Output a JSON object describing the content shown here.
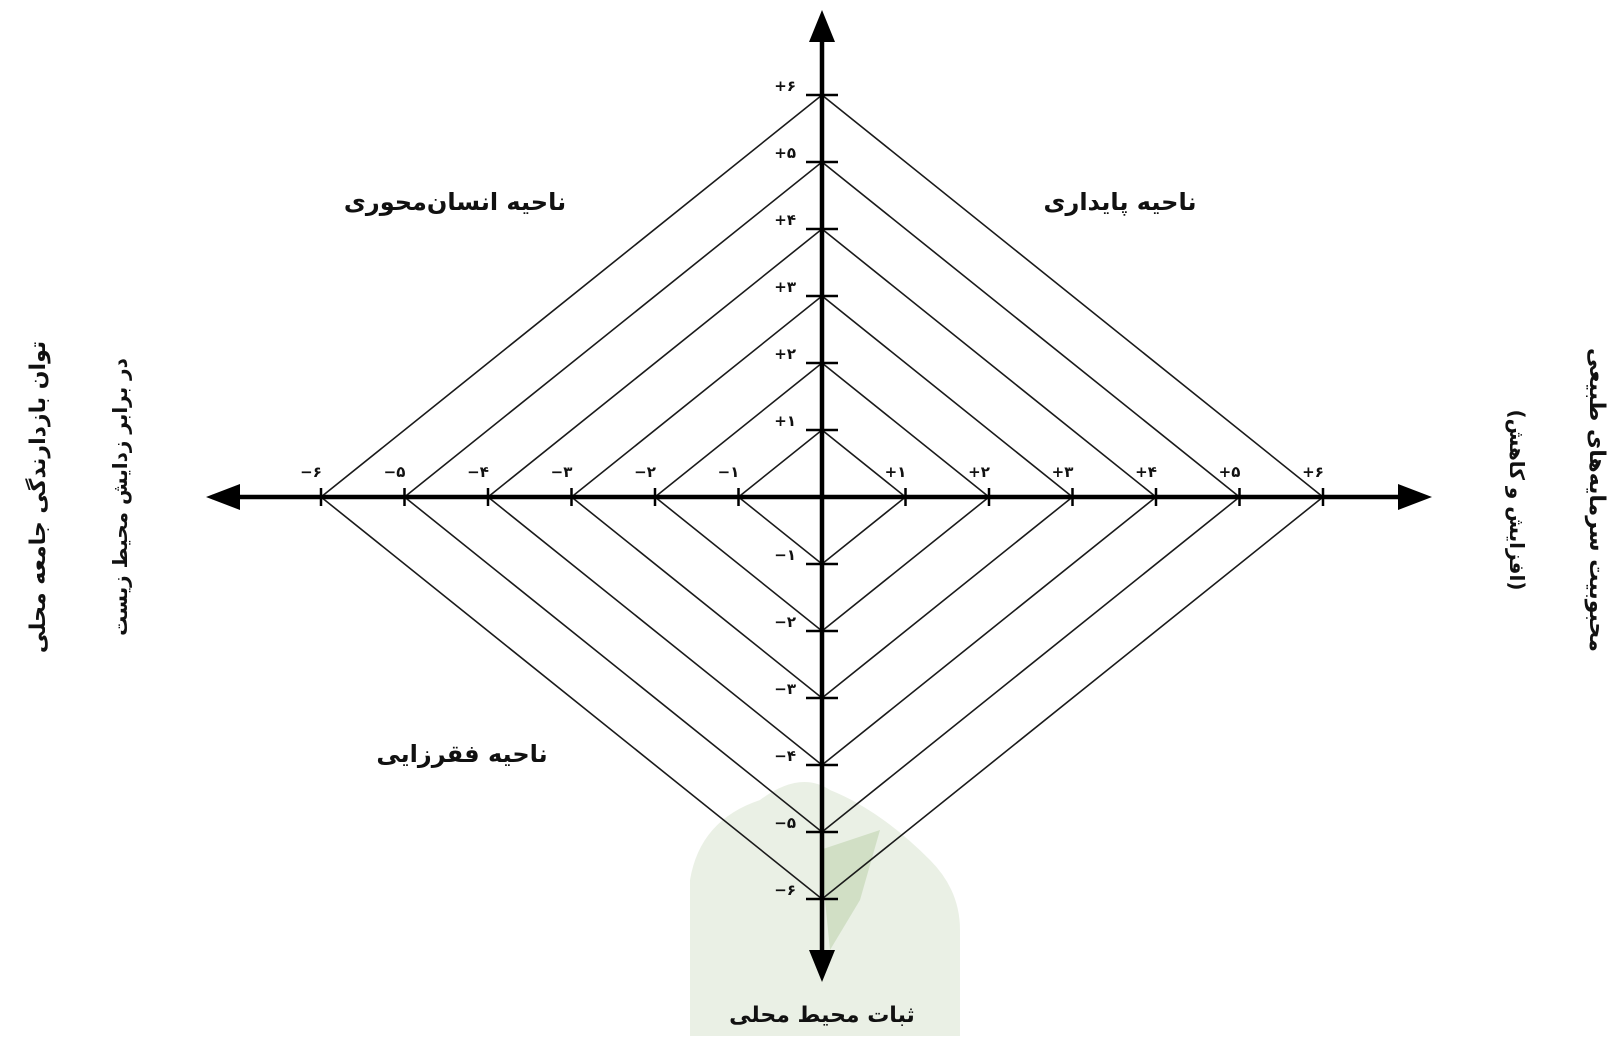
{
  "diagram": {
    "x_tick_labels": [
      "−۶",
      "−۵",
      "−۴",
      "−۳",
      "−۲",
      "−۱",
      "+۱",
      "+۲",
      "+۳",
      "+۴",
      "+۵",
      "+۶"
    ],
    "y_tick_labels": [
      "+۶",
      "+۵",
      "+۴",
      "+۳",
      "+۲",
      "+۱",
      "−۱",
      "−۲",
      "−۳",
      "−۴",
      "−۵",
      "−۶"
    ],
    "levels": 6,
    "zones": {
      "top_left": "ناحیه انسان‌محوری",
      "top_right": "ناحیه پایداری",
      "bottom_left": "ناحیه فقرزایی"
    },
    "left_axis_title": [
      "توان بازدارندگی جامعه محلی",
      "در برابر زدایش محیط زیست"
    ],
    "right_axis_title": [
      "محبوبیت سرمایه‌های طبیعی",
      "(افزایش و کاهش)"
    ],
    "bottom_axis_title": "ثبات محیط محلی",
    "colors": {
      "line": "#1a1a1a",
      "axis": "#000000",
      "watermark": "#c9d8bd"
    }
  }
}
